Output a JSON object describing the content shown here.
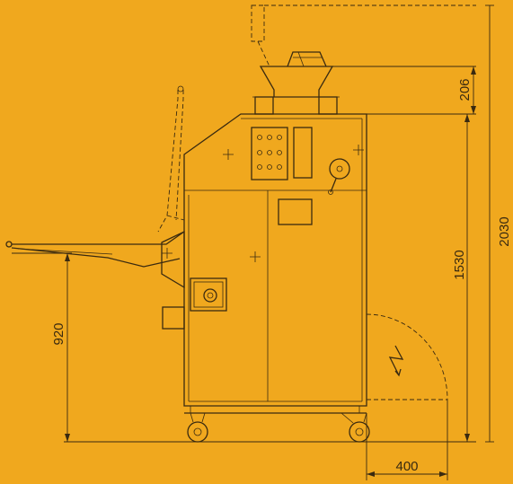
{
  "dimensions": {
    "hopper_height": "206",
    "total_height": "2030",
    "body_height": "1530",
    "table_height": "920",
    "door_swing": "400"
  },
  "colors": {
    "background": "#F0A81E",
    "line": "#3a2a10"
  }
}
